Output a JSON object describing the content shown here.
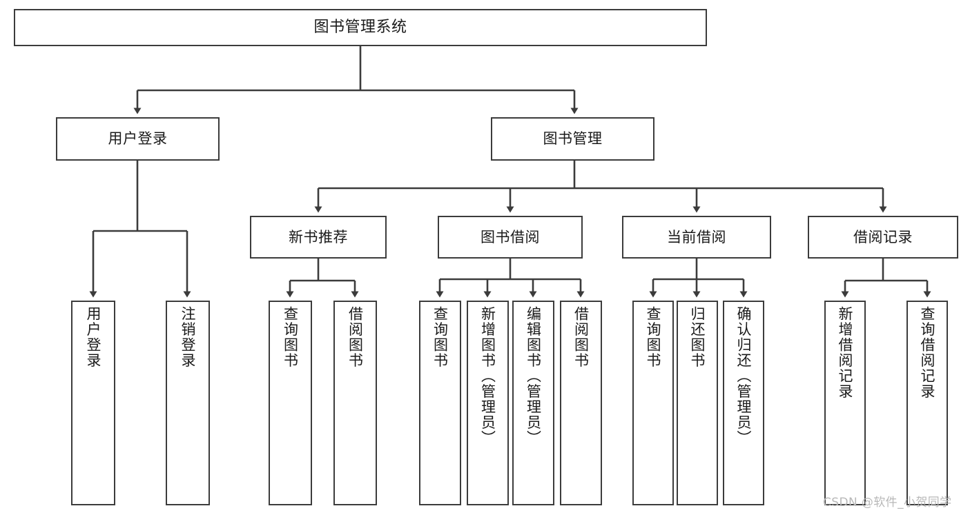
{
  "diagram": {
    "title": "图书管理系统",
    "watermark": "CSDN @软件_小贺同学",
    "stroke_color": "#3b3b3b",
    "text_color": "#1a1a1a",
    "background": "#ffffff",
    "watermark_color": "#b8b8b8"
  },
  "nodes": {
    "root": {
      "label": "图书管理系统"
    },
    "level2": [
      {
        "label": "用户登录"
      },
      {
        "label": "图书管理"
      }
    ],
    "level3": [
      {
        "label": "新书推荐"
      },
      {
        "label": "图书借阅"
      },
      {
        "label": "当前借阅"
      },
      {
        "label": "借阅记录"
      }
    ],
    "leaves": {
      "user_login": [
        {
          "label": "用户登录"
        },
        {
          "label": "注销登录"
        }
      ],
      "new_book_recommend": [
        {
          "label": "查询图书"
        },
        {
          "label": "借阅图书"
        }
      ],
      "book_borrow": [
        {
          "label": "查询图书"
        },
        {
          "label": "新增图书（管理员）"
        },
        {
          "label": "编辑图书（管理员）"
        },
        {
          "label": "借阅图书"
        }
      ],
      "current_borrow": [
        {
          "label": "查询图书"
        },
        {
          "label": "归还图书"
        },
        {
          "label": "确认归还（管理员）"
        }
      ],
      "borrow_record": [
        {
          "label": "新增借阅记录"
        },
        {
          "label": "查询借阅记录"
        }
      ]
    }
  }
}
